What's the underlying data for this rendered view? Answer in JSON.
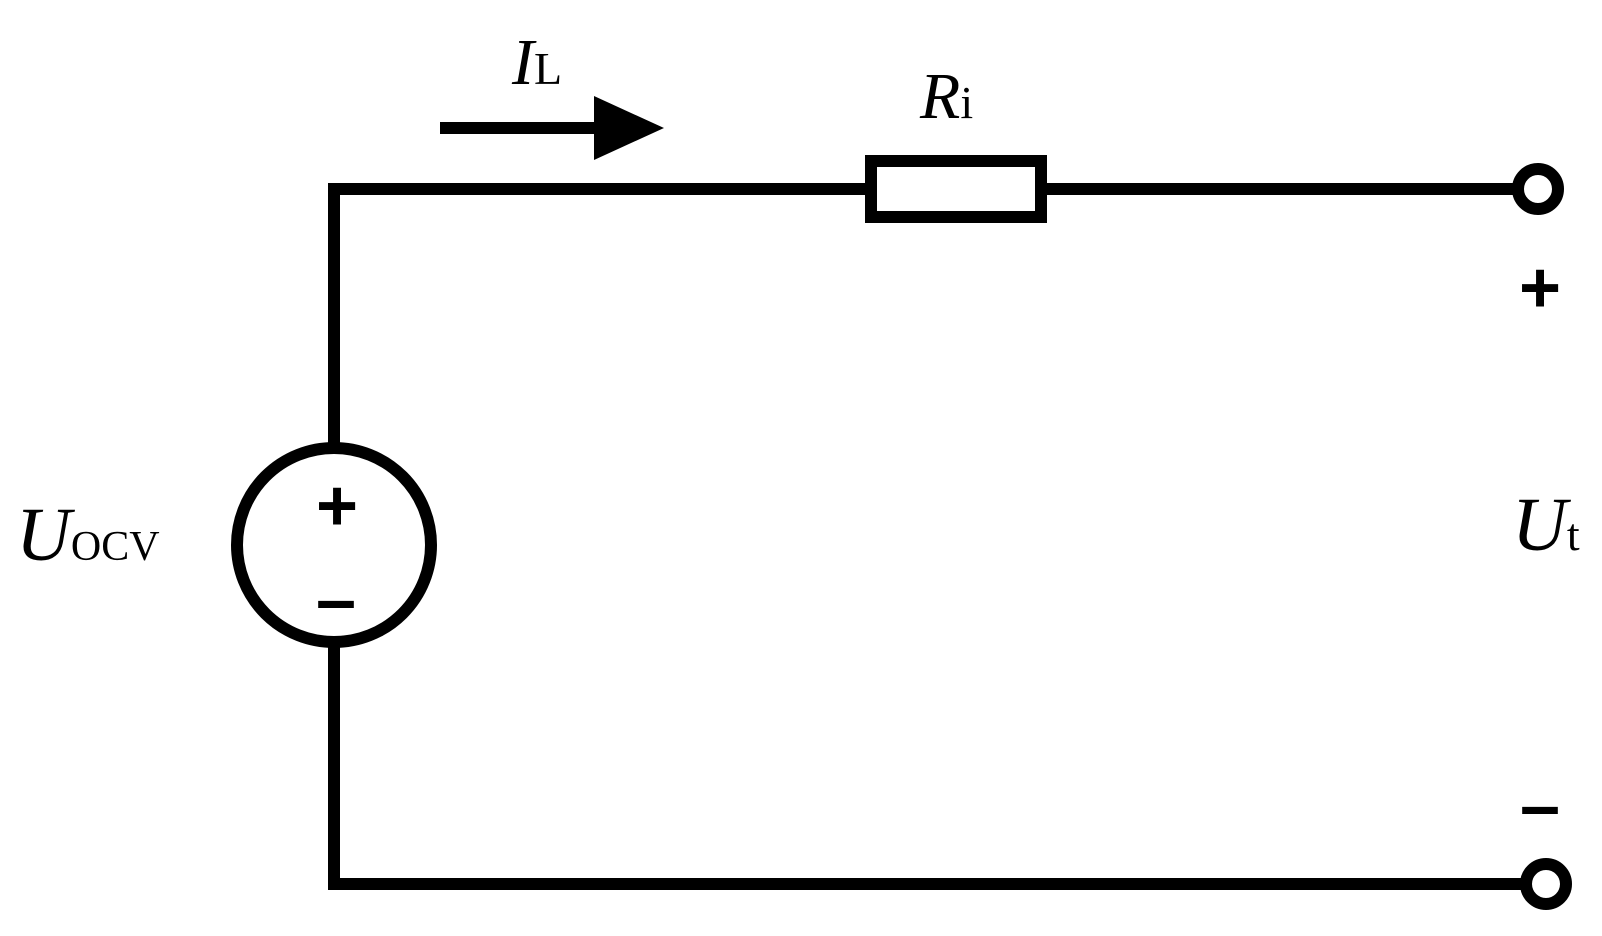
{
  "labels": {
    "current": {
      "symbol": "I",
      "subscript": "L"
    },
    "resistor": {
      "symbol": "R",
      "subscript": "i"
    },
    "source_voltage": {
      "symbol": "U",
      "subscript": "OCV"
    },
    "terminal_voltage": {
      "symbol": "U",
      "subscript": "t"
    },
    "source_plus": "+",
    "source_minus": "–",
    "terminal_plus": "+",
    "terminal_minus": "–"
  },
  "colors": {
    "stroke": "#000000",
    "background": "#ffffff"
  }
}
